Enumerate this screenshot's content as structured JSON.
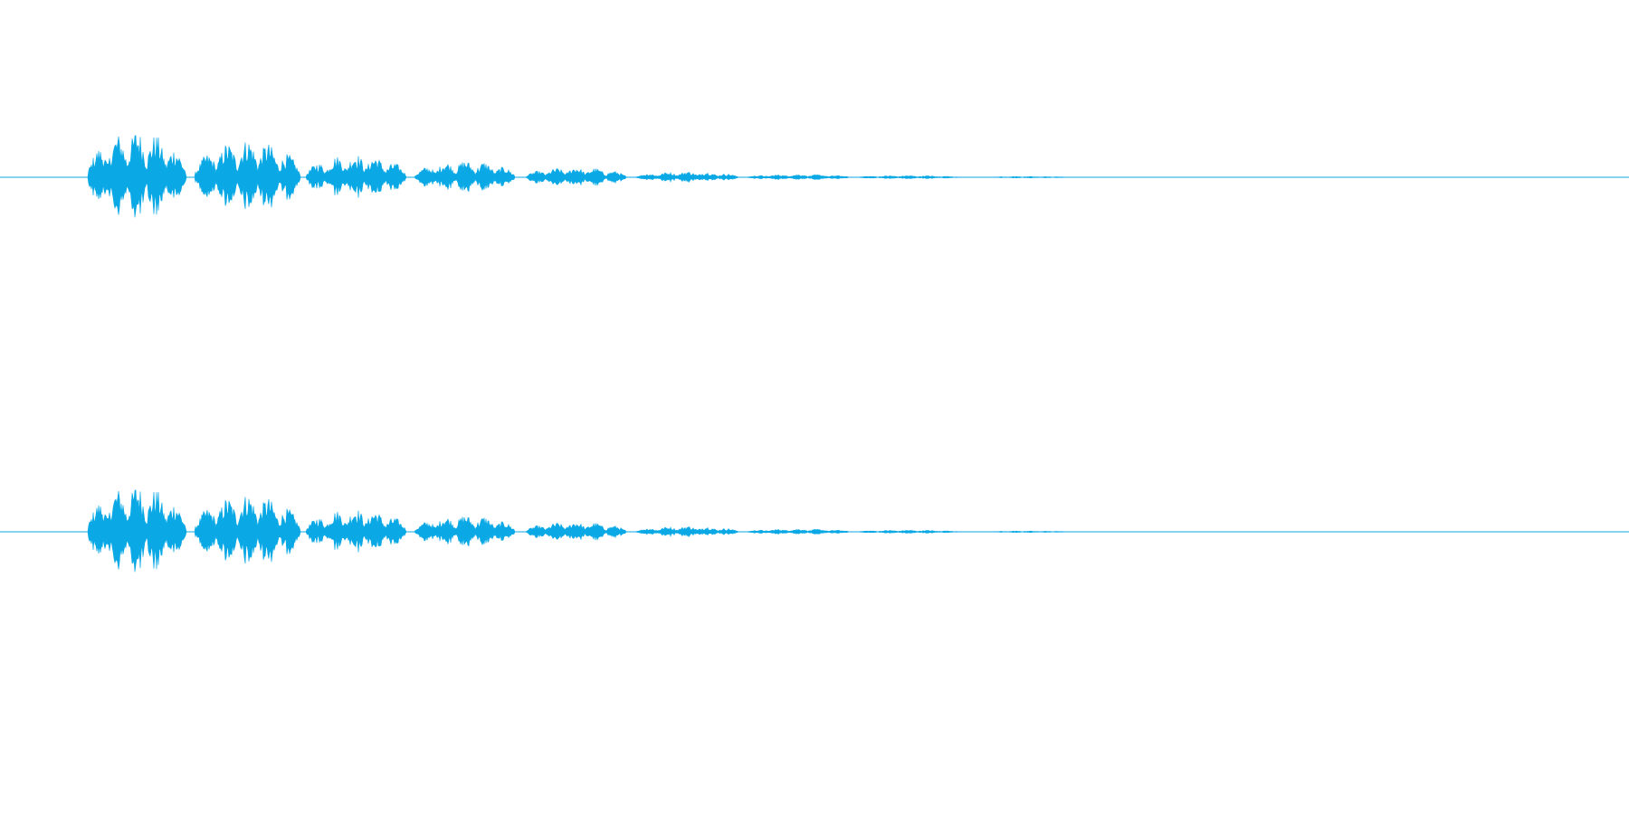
{
  "waveform": {
    "color": "#0aa9e6",
    "background": "#ffffff",
    "channel_count": 2,
    "channels": [
      {
        "name": "",
        "peak_amplitude": 0.55
      },
      {
        "name": "",
        "peak_amplitude": 0.55
      }
    ],
    "bursts": [
      {
        "start": 0.054,
        "end": 0.114,
        "amplitude": 0.85
      },
      {
        "start": 0.12,
        "end": 0.184,
        "amplitude": 0.68
      },
      {
        "start": 0.188,
        "end": 0.249,
        "amplitude": 0.42
      },
      {
        "start": 0.255,
        "end": 0.316,
        "amplitude": 0.3
      },
      {
        "start": 0.323,
        "end": 0.384,
        "amplitude": 0.18
      },
      {
        "start": 0.391,
        "end": 0.453,
        "amplitude": 0.1
      },
      {
        "start": 0.459,
        "end": 0.521,
        "amplitude": 0.05
      },
      {
        "start": 0.527,
        "end": 0.588,
        "amplitude": 0.03
      },
      {
        "start": 0.609,
        "end": 0.655,
        "amplitude": 0.015
      }
    ]
  }
}
